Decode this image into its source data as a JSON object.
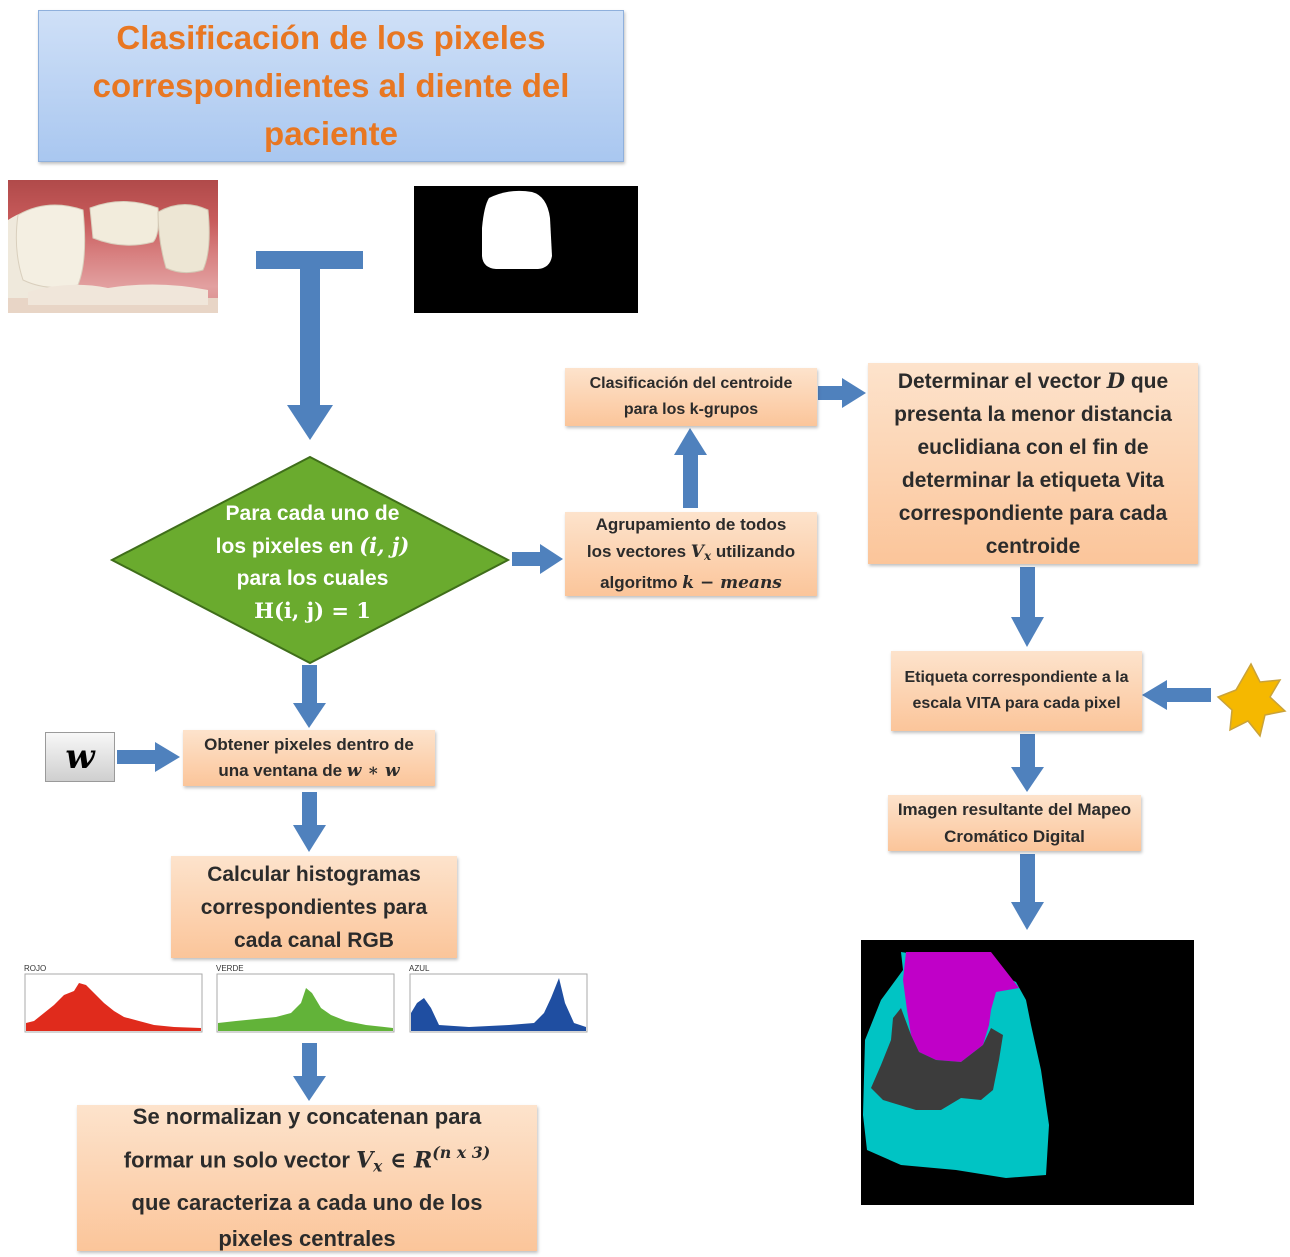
{
  "title": "Clasificación de los pixeles correspondientes al diente del paciente",
  "decision": {
    "line1": "Para cada uno de",
    "line2_text": "los pixeles en ",
    "line2_math": "(i, j)",
    "line3": "para los cuales",
    "line4": "H(i, j) = 1"
  },
  "w_input": "w",
  "obtain_box": {
    "line1": "Obtener pixeles dentro de",
    "line2_text": "una ventana de ",
    "line2_math": "w ∗ w"
  },
  "histogram_box": {
    "text": "Calcular histogramas correspondientes para cada canal RGB"
  },
  "histograms": [
    {
      "label": "ROJO",
      "color": "#e02b1c"
    },
    {
      "label": "VERDE",
      "color": "#62b339"
    },
    {
      "label": "AZUL",
      "color": "#1f4ea1"
    }
  ],
  "normalize_box": {
    "line1": "Se normalizan y concatenan para",
    "line2_text": "formar un solo vector ",
    "line2_math": "V",
    "line2_sub": "x",
    "line2_rel": " ∈ R",
    "line2_sup": "(n x 3)",
    "line3": "que caracteriza a cada uno de los",
    "line4": "pixeles centrales"
  },
  "group_box": {
    "line1": "Agrupamiento de todos",
    "line2_text": "los vectores ",
    "line2_math": "V",
    "line2_sub": "x",
    "line2_tail": " utilizando",
    "line3_text": "algoritmo ",
    "line3_math": "k − means"
  },
  "centroid_box": {
    "text": "Clasificación del centroide para los k-grupos"
  },
  "vector_box": {
    "line1_text": "Determinar el vector ",
    "line1_math": "D",
    "line1_tail": " que",
    "rest": "presenta la menor distancia euclidiana con el fin de determinar la etiqueta Vita correspondiente para cada centroide"
  },
  "label_box": {
    "text": "Etiqueta correspondiente a la escala VITA para cada pixel"
  },
  "result_box": {
    "text": "Imagen resultante del Mapeo Cromático Digital"
  },
  "colors": {
    "arrow": "#4f81bd",
    "title_text": "#e87722",
    "decision_fill": "#6aab2e",
    "star": "#f5b800",
    "result_cyan": "#00c4c4",
    "result_magenta": "#c000c8",
    "result_gray": "#3c3c3c"
  }
}
